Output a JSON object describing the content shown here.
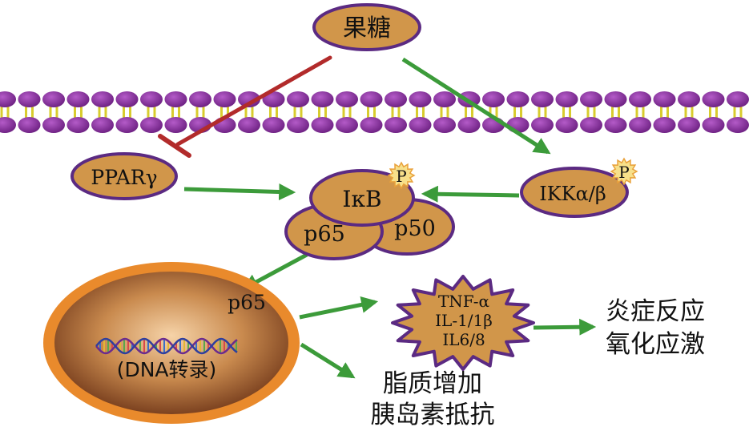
{
  "nodes": {
    "fructose": "果糖",
    "ppar": "PPARγ",
    "ikb": "IκB",
    "p65": "p65",
    "p50": "p50",
    "ikk": "IKKα/β",
    "phospho": "P",
    "nucleus_p65": "p65",
    "dna": "(DNA转录)",
    "cytokines": [
      "TNF-α",
      "IL-1/1β",
      "IL6/8"
    ],
    "outcome_inflammation": [
      "炎症反应",
      "氧化应激"
    ],
    "outcome_metabolic": [
      "脂质增加",
      "胰岛素抵抗"
    ]
  },
  "colors": {
    "node_fill": "#D1964A",
    "node_stroke": "#5B2A82",
    "activation_arrow": "#3C9B3A",
    "inhibition_line": "#B22B2B",
    "membrane_head": "#7B2A8F",
    "membrane_tail": "#D8CC2E",
    "nucleus_ring": "#E98A2C",
    "nucleus_inner": "#9A5A2A",
    "phospho_star": "#F7E08A"
  }
}
